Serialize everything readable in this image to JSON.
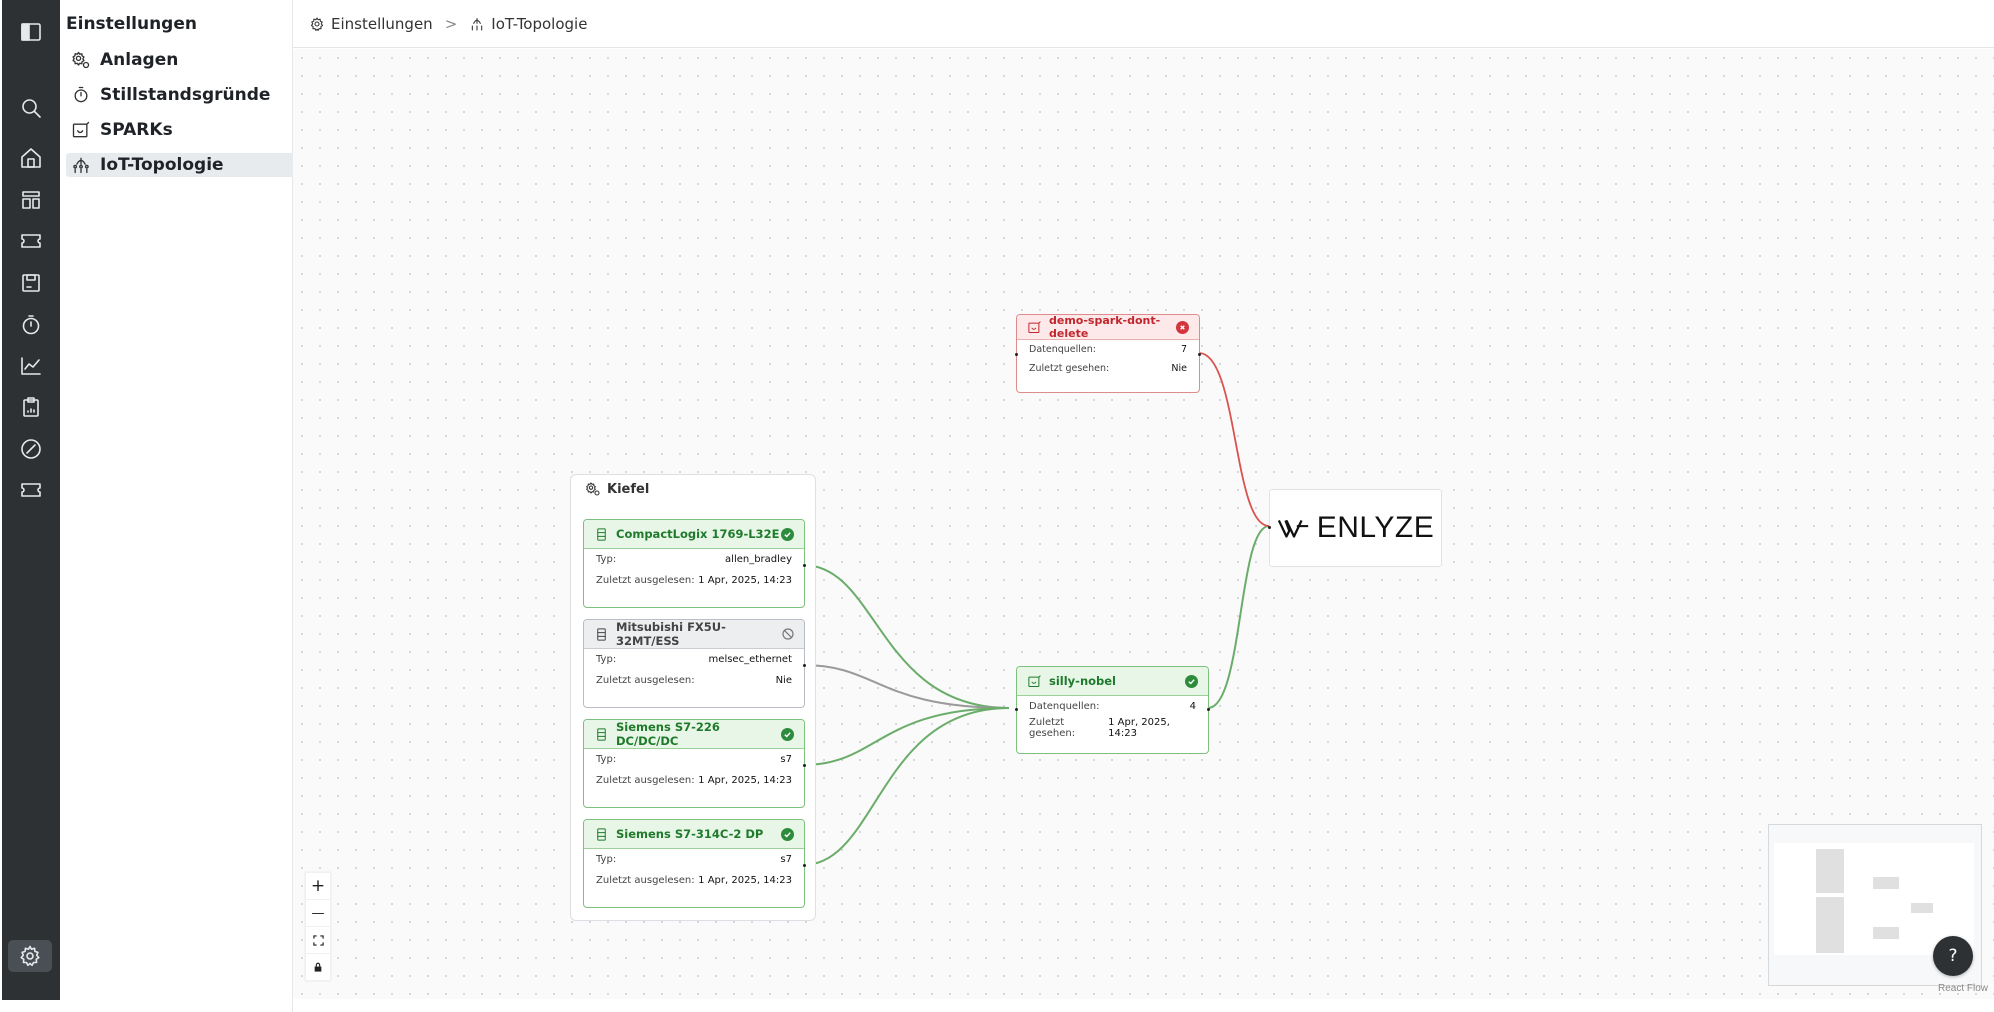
{
  "rail": {
    "items": [
      "sidebar-toggle-icon",
      "search-icon",
      "home-icon",
      "layout-icon",
      "ticket-icon",
      "save-icon",
      "stopwatch-icon",
      "chart-icon",
      "clipboard-icon",
      "compass-icon",
      "ticket-icon",
      "gear-icon"
    ]
  },
  "nav": {
    "title": "Einstellungen",
    "items": [
      {
        "label": "Anlagen",
        "icon": "machine-gear-icon"
      },
      {
        "label": "Stillstandsgründe",
        "icon": "stopwatch-icon"
      },
      {
        "label": "SPARKs",
        "icon": "spark-device-icon"
      },
      {
        "label": "IoT-Topologie",
        "icon": "topology-icon",
        "active": true
      }
    ]
  },
  "breadcrumb": {
    "root": "Einstellungen",
    "separator": ">",
    "current": "IoT-Topologie"
  },
  "topology": {
    "group": {
      "title": "Kiefel"
    },
    "sources": [
      {
        "title": "CompactLogix 1769-L32E",
        "status": "ok",
        "type_label": "Typ:",
        "type": "allen_bradley",
        "read_label": "Zuletzt ausgelesen:",
        "read": "1 Apr, 2025, 14:23"
      },
      {
        "title": "Mitsubishi FX5U-32MT/ESS",
        "status": "disabled",
        "type_label": "Typ:",
        "type": "melsec_ethernet",
        "read_label": "Zuletzt ausgelesen:",
        "read": "Nie"
      },
      {
        "title": "Siemens S7-226 DC/DC/DC",
        "status": "ok",
        "type_label": "Typ:",
        "type": "s7",
        "read_label": "Zuletzt ausgelesen:",
        "read": "1 Apr, 2025, 14:23"
      },
      {
        "title": "Siemens S7-314C-2 DP",
        "status": "ok",
        "type_label": "Typ:",
        "type": "s7",
        "read_label": "Zuletzt ausgelesen:",
        "read": "1 Apr, 2025, 14:23"
      }
    ],
    "sparks": [
      {
        "title": "demo-spark-dont-delete",
        "status": "error",
        "sources_label": "Datenquellen:",
        "sources": "7",
        "seen_label": "Zuletzt gesehen:",
        "seen": "Nie"
      },
      {
        "title": "silly-nobel",
        "status": "ok",
        "sources_label": "Datenquellen:",
        "sources": "4",
        "seen_label": "Zuletzt gesehen:",
        "seen": "1 Apr, 2025, 14:23"
      }
    ],
    "cloud": {
      "wordmark": "ENLYZE"
    }
  },
  "controls": {
    "zoom_in": "+",
    "zoom_out": "—",
    "fit": "fit-view-icon",
    "lock": "lock-icon"
  },
  "help": {
    "label": "?"
  },
  "attribution": "React Flow",
  "colors": {
    "ok": "#6aad6a",
    "error": "#d9534f",
    "disabled": "#9a9a9a",
    "rail": "#2d3134"
  }
}
